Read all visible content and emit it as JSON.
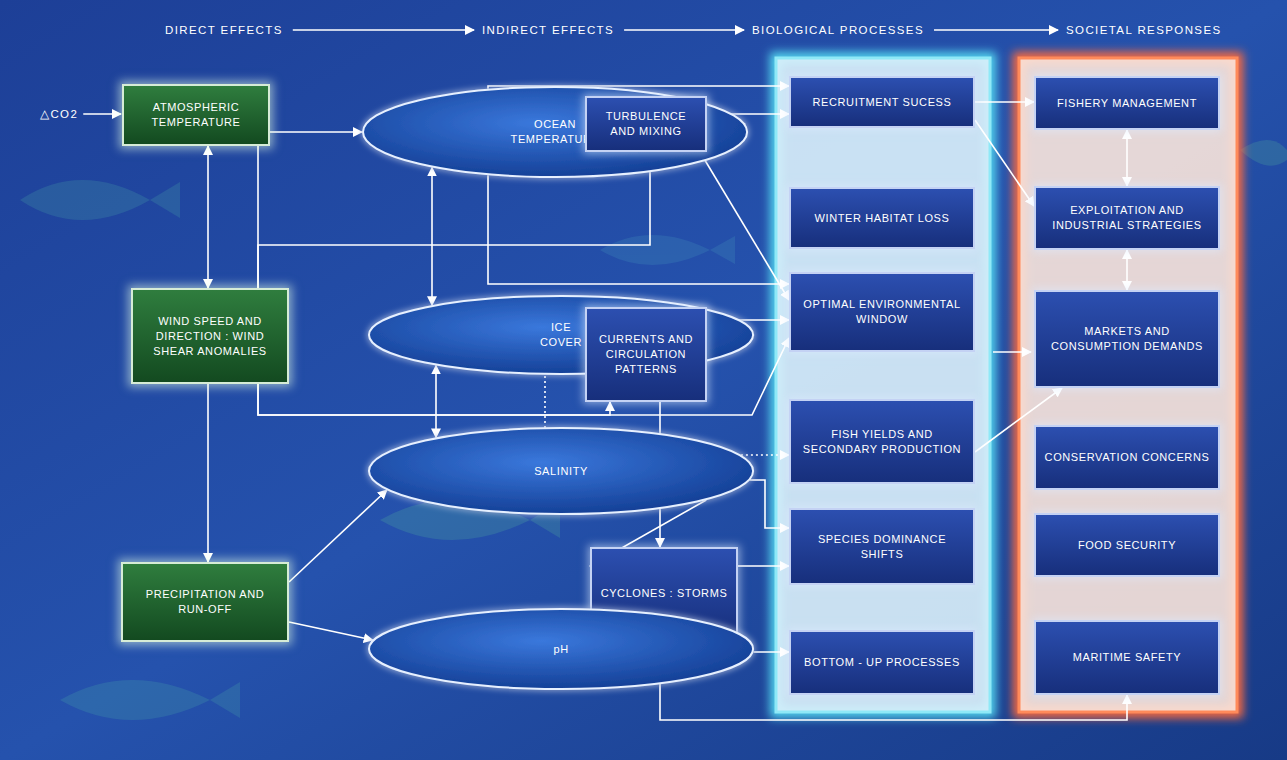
{
  "diagram": {
    "nodes": [
      {
        "text": [
          "ATMOSPHERIC TEMPERATURE"
        ]
      },
      {
        "text": [
          "OCEAN TEMPERATURE"
        ]
      },
      {
        "text": [
          "TURBULENCE AND MIXING"
        ]
      },
      {
        "text": [
          "RECRUITMENT SUCESS"
        ]
      },
      {
        "text": [
          "FISHERY MANAGEMENT"
        ]
      },
      {
        "text": [
          "WINTER HABITAT LOSS"
        ]
      },
      {
        "text": [
          "EXPLOITATION AND INDUSTRIAL STRATEGIES"
        ]
      },
      {
        "text": [
          "WIND SPEED AND DIRECTION : WIND SHEAR ANOMALIES"
        ]
      },
      {
        "text": [
          "ICE COVER"
        ]
      },
      {
        "text": [
          "CURRENTS AND CIRCULATION PATTERNS"
        ]
      },
      {
        "text": [
          "OPTIMAL ENVIRONMENTAL WINDOW"
        ]
      },
      {
        "text": [
          "MARKETS AND CONSUMPTION DEMANDS"
        ]
      },
      {
        "text": [
          "FISH YIELDS AND SECONDARY PRODUCTION"
        ]
      },
      {
        "text": [
          "CONSERVATION CONCERNS"
        ]
      },
      {
        "text": [
          "SALINITY"
        ]
      },
      {
        "text": [
          "SPECIES DOMINANCE SHIFTS"
        ]
      },
      {
        "text": [
          "FOOD SECURITY"
        ]
      },
      {
        "text": [
          "PRECIPITATION AND RUN-OFF"
        ]
      },
      {
        "text": [
          "CYCLONES : STORMS"
        ]
      },
      {
        "text": [
          "pH"
        ]
      },
      {
        "text": [
          "BOTTOM - UP PROCESSES"
        ]
      },
      {
        "text": [
          "MARITIME SAFETY"
        ]
      }
    ],
    "edges": [
      {
        "from": 0,
        "to": 7,
        "arrow": "both"
      },
      {
        "from": 7,
        "to": 1,
        "arrow": "to"
      },
      {
        "from": 7,
        "to": 2,
        "arrow": "to"
      },
      {
        "from": 1,
        "to": 2,
        "arrow": "both"
      },
      {
        "from": 1,
        "to": 3,
        "arrow": "to"
      },
      {
        "from": 1,
        "to": 8,
        "arrow": "both"
      },
      {
        "from": 1,
        "to": 10,
        "arrow": "to"
      },
      {
        "from": 2,
        "to": 3,
        "arrow": "to"
      },
      {
        "from": 2,
        "to": 10,
        "arrow": "to"
      },
      {
        "from": 7,
        "to": 9,
        "arrow": "to"
      },
      {
        "from": 7,
        "to": 10,
        "arrow": "to"
      },
      {
        "from": 9,
        "to": 10,
        "arrow": "to"
      },
      {
        "from": 9,
        "to": 18,
        "arrow": "to"
      },
      {
        "from": 8,
        "to": 14,
        "arrow": "both"
      },
      {
        "from": 8,
        "to": 12,
        "arrow": "to"
      },
      {
        "from": 7,
        "to": 17,
        "arrow": "to"
      },
      {
        "from": 17,
        "to": 14,
        "arrow": "to"
      },
      {
        "from": 17,
        "to": 19,
        "arrow": "to"
      },
      {
        "from": 14,
        "to": 15,
        "arrow": "to"
      },
      {
        "from": 14,
        "to": 18,
        "arrow": "to"
      },
      {
        "from": 18,
        "to": 15,
        "arrow": "to"
      },
      {
        "from": 18,
        "to": 21,
        "arrow": "to"
      },
      {
        "from": 19,
        "to": 20,
        "arrow": "to"
      },
      {
        "from": 3,
        "to": 4,
        "arrow": "to"
      },
      {
        "from": 3,
        "to": 6,
        "arrow": "to"
      },
      {
        "from": 4,
        "to": 6,
        "arrow": "both"
      },
      {
        "from": 6,
        "to": 11,
        "arrow": "both"
      },
      {
        "from": 12,
        "to": 11,
        "arrow": "to"
      }
    ],
    "labels": [
      "DIRECT EFFECTS",
      "INDIRECT EFFECTS",
      "BIOLOGICAL PROCESSES",
      "SOCIETAL RESPONSES",
      "△CO2"
    ]
  }
}
